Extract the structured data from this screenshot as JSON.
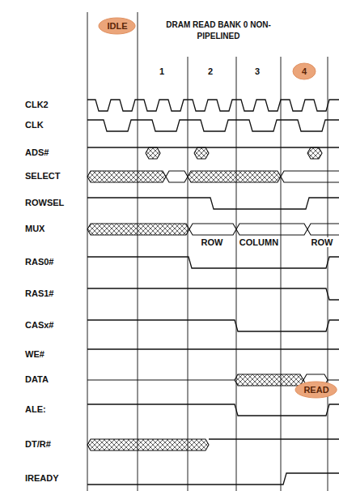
{
  "diagram": {
    "title": "DRAM READ BANK 0 NON-PIPELINED",
    "nodes": [
      {
        "text": [
          "IDLE"
        ]
      },
      {
        "text": [
          "4"
        ]
      },
      {
        "text": [
          "READ"
        ]
      }
    ],
    "labels": [
      "1",
      "2",
      "3",
      "CLK2",
      "CLK",
      "ADS#",
      "SELECT",
      "ROWSEL",
      "MUX",
      "RAS0#",
      "RAS1#",
      "CASx#",
      "WE#",
      "DATA",
      "ALE:",
      "DT/R#",
      "IREADY",
      "ROW",
      "COLUMN",
      "ROW"
    ]
  }
}
